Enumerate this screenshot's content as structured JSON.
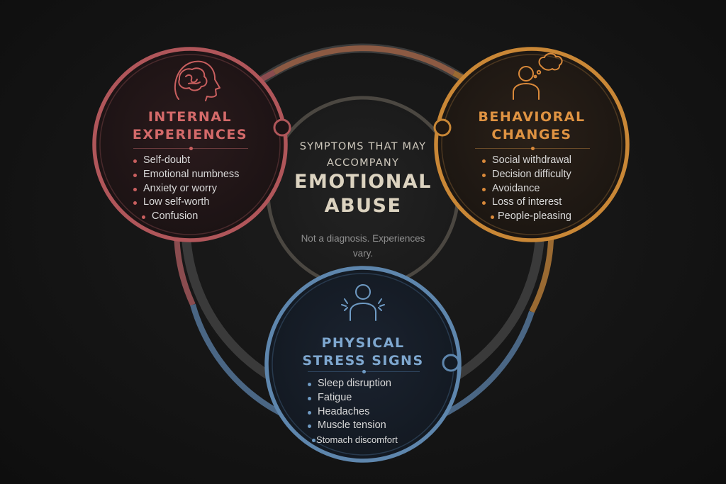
{
  "center": {
    "heading_small": "SYMPTOMS THAT MAY ACCOMPANY",
    "heading_big": "EMOTIONAL ABUSE",
    "note": "Not a diagnosis. Experiences vary."
  },
  "groups": {
    "internal": {
      "title": "INTERNAL EXPERIENCES",
      "color": "#c95f5f",
      "icon": "brain-head-icon",
      "items": [
        "Self-doubt",
        "Emotional numbness",
        "Anxiety or worry",
        "Low self-worth",
        "Confusion"
      ]
    },
    "behavioral": {
      "title": "BEHAVIORAL CHANGES",
      "color": "#d9893a",
      "icon": "person-thought-bubble-icon",
      "items": [
        "Social withdrawal",
        "Decision difficulty",
        "Avoidance",
        "Loss of interest",
        "People-pleasing"
      ]
    },
    "physical": {
      "title": "PHYSICAL STRESS SIGNS",
      "color": "#6f9bc4",
      "icon": "person-tension-icon",
      "items": [
        "Sleep disruption",
        "Fatigue",
        "Headaches",
        "Muscle tension",
        "Stomach discomfort"
      ]
    }
  }
}
